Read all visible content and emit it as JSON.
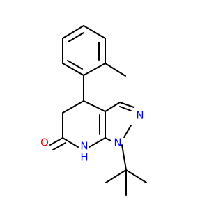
{
  "molecule": {
    "atoms": {
      "oxygen": "O",
      "nh": "N",
      "h": "H",
      "n1": "N",
      "n2": "N"
    },
    "colors": {
      "bond": "#000000",
      "oxygen": "#ff0000",
      "nitrogen": "#0000ff"
    }
  }
}
